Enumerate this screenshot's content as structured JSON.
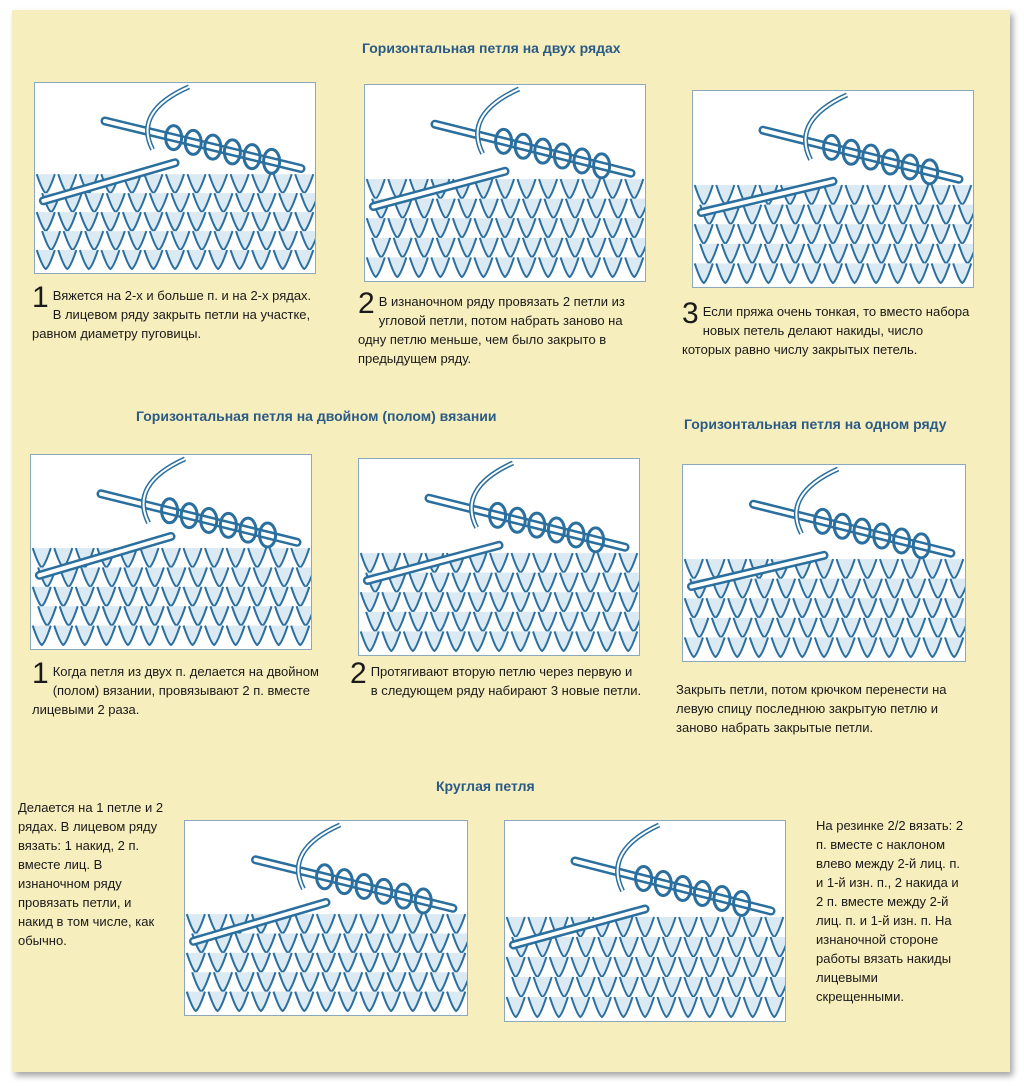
{
  "colors": {
    "paper": "#f7eebd",
    "ink": "#2a6f9e",
    "title": "#2a5a86"
  },
  "sections": {
    "two_rows": {
      "title": "Горизонтальная петля на двух рядах",
      "steps": [
        {
          "num": "1",
          "text": "Вяжется на 2-х и больше п. и на 2-х рядах. В лицевом ряду закрыть петли на участке, равном диаметру пуговицы."
        },
        {
          "num": "2",
          "text": "В изнаночном ряду провязать 2 петли из угловой петли, потом набрать заново на одну петлю меньше, чем было закрыто в предыдущем ряду."
        },
        {
          "num": "3",
          "text": "Если пряжа очень тонкая, то вместо набора новых петель делают накиды, число которых равно числу закрытых петель."
        }
      ]
    },
    "double": {
      "title": "Горизонтальная петля на двойном (полом) вязании",
      "steps": [
        {
          "num": "1",
          "text": "Когда петля из двух п. делается на двойном (полом) вязании, провязывают 2 п. вместе лицевыми 2 раза."
        },
        {
          "num": "2",
          "text": "Протягивают вторую петлю через первую и в следующем ряду набирают 3 новые петли."
        }
      ]
    },
    "one_row": {
      "title": "Горизонтальная петля на одном ряду",
      "text": "Закрыть петли, потом крючком перенести на левую спицу последнюю закрытую петлю и заново набрать закрытые петли."
    },
    "round": {
      "title": "Круглая петля",
      "left_text": "Делается на 1 петле и 2 рядах. В лицевом ряду вязать: 1 накид, 2 п. вместе лиц. В изнаночном ряду провязать петли, и накид в том числе, как обычно.",
      "right_text": "На резинке 2/2 вязать: 2 п. вместе с наклоном влево между 2-й лиц. п. и 1-й изн. п., 2 накида и 2 п. вместе между 2-й лиц. п. и 1-й изн. п. На изнаночной стороне работы вязать накиды лицевыми скрещенными."
    }
  },
  "illustrations": [
    "knitting-diagram-1",
    "knitting-diagram-2",
    "knitting-diagram-3",
    "knitting-diagram-4",
    "knitting-diagram-5",
    "knitting-diagram-6",
    "knitting-diagram-7",
    "knitting-diagram-8"
  ]
}
